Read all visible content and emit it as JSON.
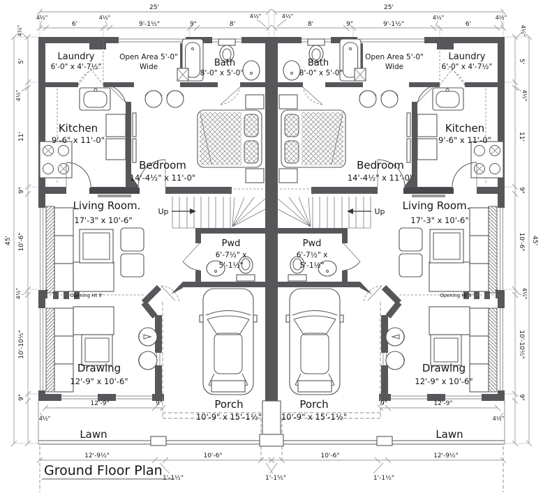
{
  "title": "Ground Floor Plan",
  "rooms": {
    "laundry": {
      "name": "Laundry",
      "size": "6'-0\" x 4'-7½\""
    },
    "open_area": {
      "line1": "Open Area 5'-0\"",
      "line2": "Wide"
    },
    "bath": {
      "name": "Bath",
      "size": "8'-0\" x 5'-0\""
    },
    "kitchen": {
      "name": "Kitchen",
      "size": "9'-6\" x 11'-0\""
    },
    "bedroom": {
      "name": "Bedroom",
      "size": "14'-4½\" x 11'-0\""
    },
    "living_room": {
      "name": "Living Room.",
      "size": "17'-3\" x 10'-6\""
    },
    "powder": {
      "name": "Pwd",
      "size_line1": "6'-7½\" x",
      "size_line2": "5'-1½\""
    },
    "drawing": {
      "name": "Drawing",
      "size": "12'-9\" x 10'-6\""
    },
    "porch": {
      "name": "Porch",
      "size": "10'-9\" x 15'-1½\""
    },
    "lawn": "Lawn",
    "stairs_up": "Up",
    "opening_note": "Opening Ht 9'"
  },
  "dims": {
    "overall_width": "25'",
    "overall_height": "45'",
    "wall": "4½\"",
    "laundry_w": "6'",
    "open_w": "9'-1½\"",
    "nine_in": "9\"",
    "bath_w": "8'",
    "laundry_h": "5'",
    "kitchen_h": "11'",
    "living_h": "10'-6\"",
    "drawing_h": "10'-10½\"",
    "drawing_w": "12'-9\"",
    "side_lot": "12'-9½\"",
    "jog": "1'-1½\"",
    "porch_half": "10'-6\""
  },
  "colors": {
    "wall": "#56575a",
    "dim_line": "#9a9a9a",
    "text": "#151515",
    "background": "#ffffff"
  }
}
